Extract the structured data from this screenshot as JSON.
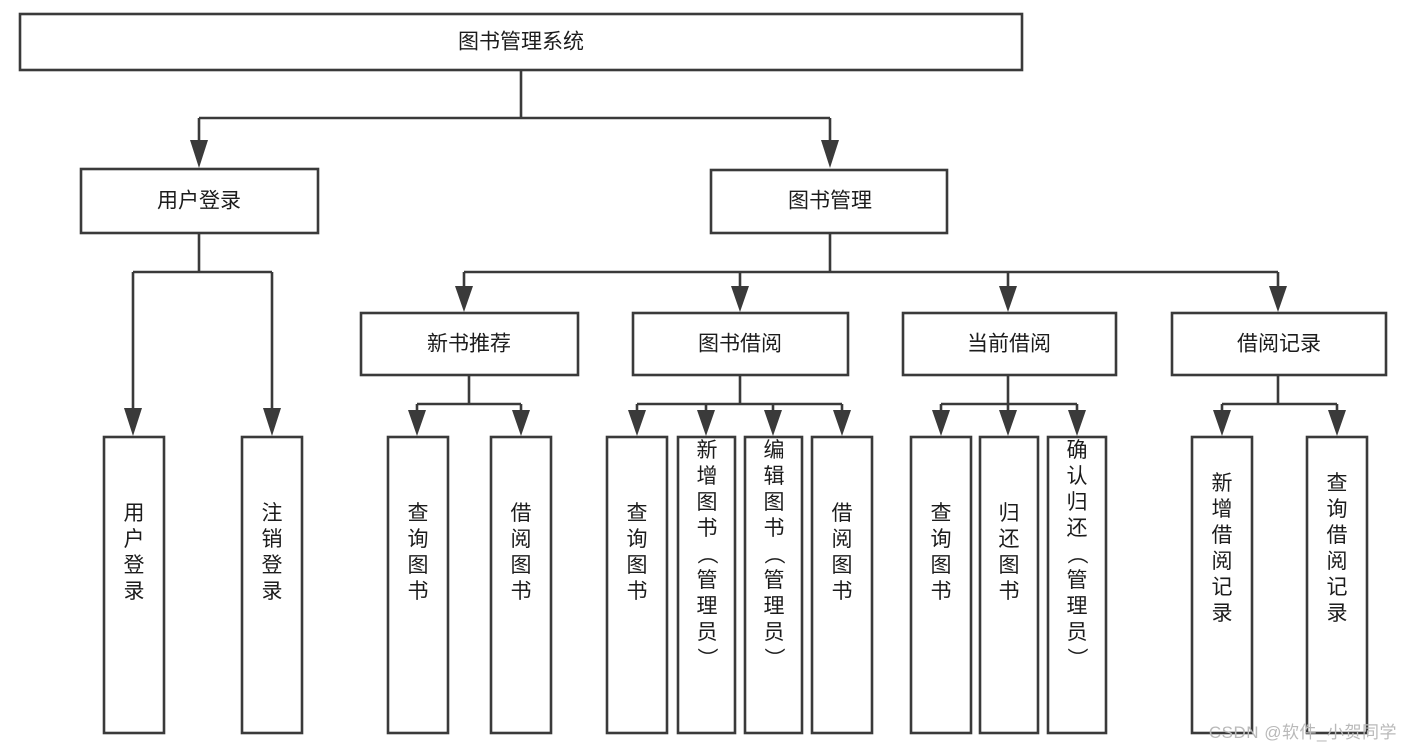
{
  "diagram": {
    "type": "tree",
    "title": "图书管理系统",
    "orientation": "top-down",
    "watermark": "CSDN @软件_小贺同学",
    "colors": {
      "box_fill": "#ffffff",
      "box_stroke": "#3a3a3a",
      "text": "#1c1c1c",
      "watermark": "#b9b9b9",
      "background": "#ffffff"
    },
    "nodes": {
      "root": {
        "label": "图书管理系统",
        "level": 0
      },
      "level1": [
        {
          "id": "user-login",
          "label": "用户登录"
        },
        {
          "id": "book-management",
          "label": "图书管理"
        }
      ],
      "level2": [
        {
          "id": "new-book-recommend",
          "label": "新书推荐",
          "parent": "book-management"
        },
        {
          "id": "book-borrow",
          "label": "图书借阅",
          "parent": "book-management"
        },
        {
          "id": "current-borrow",
          "label": "当前借阅",
          "parent": "book-management"
        },
        {
          "id": "borrow-record",
          "label": "借阅记录",
          "parent": "book-management"
        }
      ],
      "leaves": [
        {
          "id": "leaf-user-login",
          "label": "用户登录",
          "parent": "user-login"
        },
        {
          "id": "leaf-logout-login",
          "label": "注销登录",
          "parent": "user-login"
        },
        {
          "id": "leaf-query-book-1",
          "label": "查询图书",
          "parent": "new-book-recommend"
        },
        {
          "id": "leaf-borrow-book-1",
          "label": "借阅图书",
          "parent": "new-book-recommend"
        },
        {
          "id": "leaf-query-book-2",
          "label": "查询图书",
          "parent": "book-borrow"
        },
        {
          "id": "leaf-add-book",
          "label": "新增图书（管理员）",
          "parent": "book-borrow"
        },
        {
          "id": "leaf-edit-book",
          "label": "编辑图书（管理员）",
          "parent": "book-borrow"
        },
        {
          "id": "leaf-borrow-book-2",
          "label": "借阅图书",
          "parent": "book-borrow"
        },
        {
          "id": "leaf-query-book-3",
          "label": "查询图书",
          "parent": "current-borrow"
        },
        {
          "id": "leaf-return-book",
          "label": "归还图书",
          "parent": "current-borrow"
        },
        {
          "id": "leaf-confirm-return",
          "label": "确认归还（管理员）",
          "parent": "current-borrow"
        },
        {
          "id": "leaf-add-record",
          "label": "新增借阅记录",
          "parent": "borrow-record"
        },
        {
          "id": "leaf-query-record",
          "label": "查询借阅记录",
          "parent": "borrow-record"
        }
      ]
    }
  }
}
